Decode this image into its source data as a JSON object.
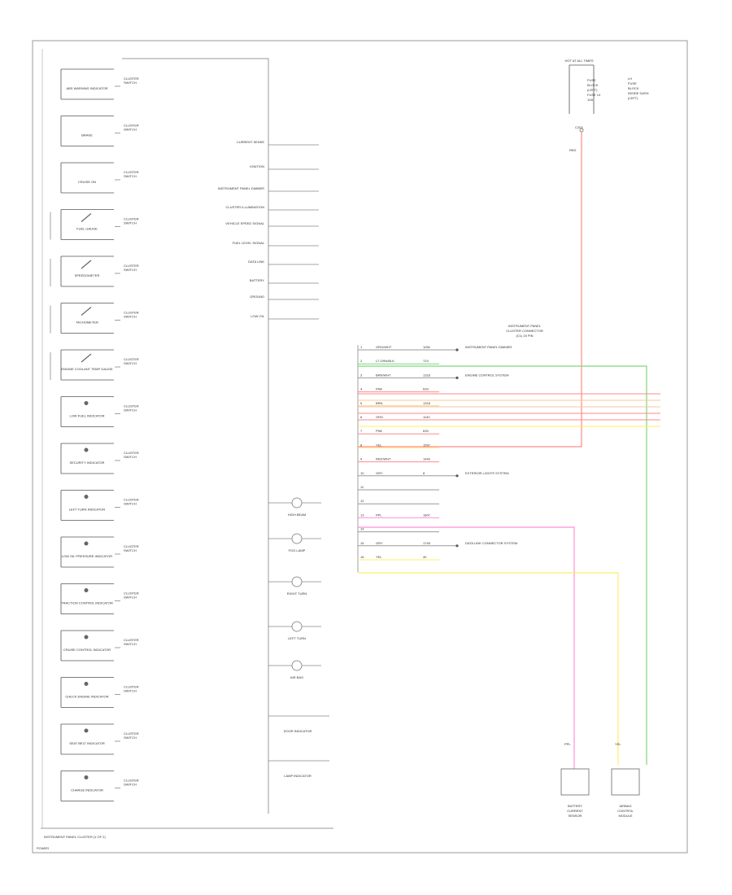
{
  "diagram": {
    "footer_title": "INSTRUMENT PANEL CLUSTER (1 OF 2)",
    "corner_code": "POWER",
    "fuse_block": {
      "title": "HOT AT ALL TIMES",
      "lines": [
        "FUSE",
        "BLOCK",
        "(LEFT)",
        "FUSE 14",
        "10A"
      ],
      "note": [
        "LH",
        "FUSE",
        "BLOCK",
        "INSIDE DASH",
        "(LEFT)"
      ],
      "wire_color": "RED",
      "wire_tag": "C203"
    },
    "left_modules": [
      {
        "label": "ABS WARNING INDICATOR",
        "icon": "box"
      },
      {
        "label": "BRAKE",
        "icon": "box"
      },
      {
        "label": "CRUISE ON",
        "icon": "box"
      },
      {
        "label": "FUEL GAUGE",
        "icon": "gauge"
      },
      {
        "label": "SPEEDOMETER",
        "icon": "gauge"
      },
      {
        "label": "TACHOMETER",
        "icon": "gauge"
      },
      {
        "label": "ENGINE COOLANT TEMP GAUGE",
        "icon": "gauge"
      },
      {
        "label": "LOW FUEL INDICATOR",
        "icon": "lamp"
      },
      {
        "label": "SECURITY INDICATOR",
        "icon": "lamp"
      },
      {
        "label": "LEFT TURN INDICATOR",
        "icon": "lamp"
      },
      {
        "label": "LOW OIL PRESSURE INDICATOR",
        "icon": "lamp"
      },
      {
        "label": "TRACTION CONTROL INDICATOR",
        "icon": "lamp"
      },
      {
        "label": "CRUISE CONTROL INDICATOR",
        "icon": "lamp"
      },
      {
        "label": "CHECK ENGINE INDICATOR",
        "icon": "lamp"
      },
      {
        "label": "SEAT BELT INDICATOR",
        "icon": "lamp"
      },
      {
        "label": "CHARGE INDICATOR",
        "icon": "lamp"
      }
    ],
    "module_refs": [
      "CLUSTER",
      "SWITCH"
    ],
    "mid_labels": [
      "CURRENT SENSE",
      "IGNITION",
      "INSTRUMENT PANEL DIMMER",
      "CLUSTER ILLUMINATION",
      "VEHICLE SPEED SIGNAL",
      "FUEL LEVEL SIGNAL",
      "DATA LINK",
      "BATTERY",
      "GROUND",
      "LOW OIL"
    ],
    "lamps": [
      "HIGH BEAM",
      "FOG LAMP",
      "RIGHT TURN",
      "LEFT TURN",
      "AIR BAG"
    ],
    "bottom_right_modules": [
      "DOOR INDICATOR",
      "LAMP INDICATOR"
    ],
    "connector_title": [
      "INSTRUMENT PANEL",
      "CLUSTER CONNECTOR",
      "(C1) 24 PIN"
    ],
    "connector_rows": [
      {
        "pin": "1",
        "color": "ORG/WHT",
        "num": "1050",
        "dest": "INSTRUMENT PANEL DIMMER"
      },
      {
        "pin": "2",
        "color": "LT GRN/BLK",
        "num": "723",
        "dest": ""
      },
      {
        "pin": "3",
        "color": "BRN/WHT",
        "num": "1318",
        "dest": "ENGINE CONTROL SYSTEM"
      },
      {
        "pin": "4",
        "color": "PNK",
        "num": "639",
        "dest": ""
      },
      {
        "pin": "5",
        "color": "BRN",
        "num": "1318",
        "dest": ""
      },
      {
        "pin": "6",
        "color": "ORG",
        "num": "1140",
        "dest": ""
      },
      {
        "pin": "7",
        "color": "PNK",
        "num": "639",
        "dest": ""
      },
      {
        "pin": "8",
        "color": "YEL",
        "num": "1597",
        "dest": ""
      },
      {
        "pin": "9",
        "color": "RED/WHT",
        "num": "1440",
        "dest": ""
      },
      {
        "pin": "10",
        "color": "GRY",
        "num": "8",
        "dest": "EXTERIOR LIGHTS SYSTEM"
      },
      {
        "pin": "11",
        "color": "",
        "num": "",
        "dest": ""
      },
      {
        "pin": "12",
        "color": "",
        "num": "",
        "dest": ""
      },
      {
        "pin": "13",
        "color": "PPL",
        "num": "1807",
        "dest": ""
      },
      {
        "pin": "14",
        "color": "",
        "num": "",
        "dest": ""
      },
      {
        "pin": "15",
        "color": "GRY",
        "num": "1745",
        "dest": "DATA LINK CONNECTOR SYSTEM"
      },
      {
        "pin": "16",
        "color": "YEL",
        "num": "40",
        "dest": ""
      }
    ],
    "right_modules": [
      {
        "label": [
          "BATTERY",
          "CURRENT",
          "SENSOR"
        ],
        "wire": "PPL"
      },
      {
        "label": [
          "AIRBAG",
          "CONTROL",
          "MODULE"
        ],
        "wire": "YEL"
      }
    ],
    "wire_colors": {
      "red": "#ff8a8a",
      "green": "#7ed67e",
      "pink": "#ff8fd6",
      "yellow": "#ffee66",
      "orange": "#ffc98a",
      "tan": "#f0c8a0"
    }
  }
}
